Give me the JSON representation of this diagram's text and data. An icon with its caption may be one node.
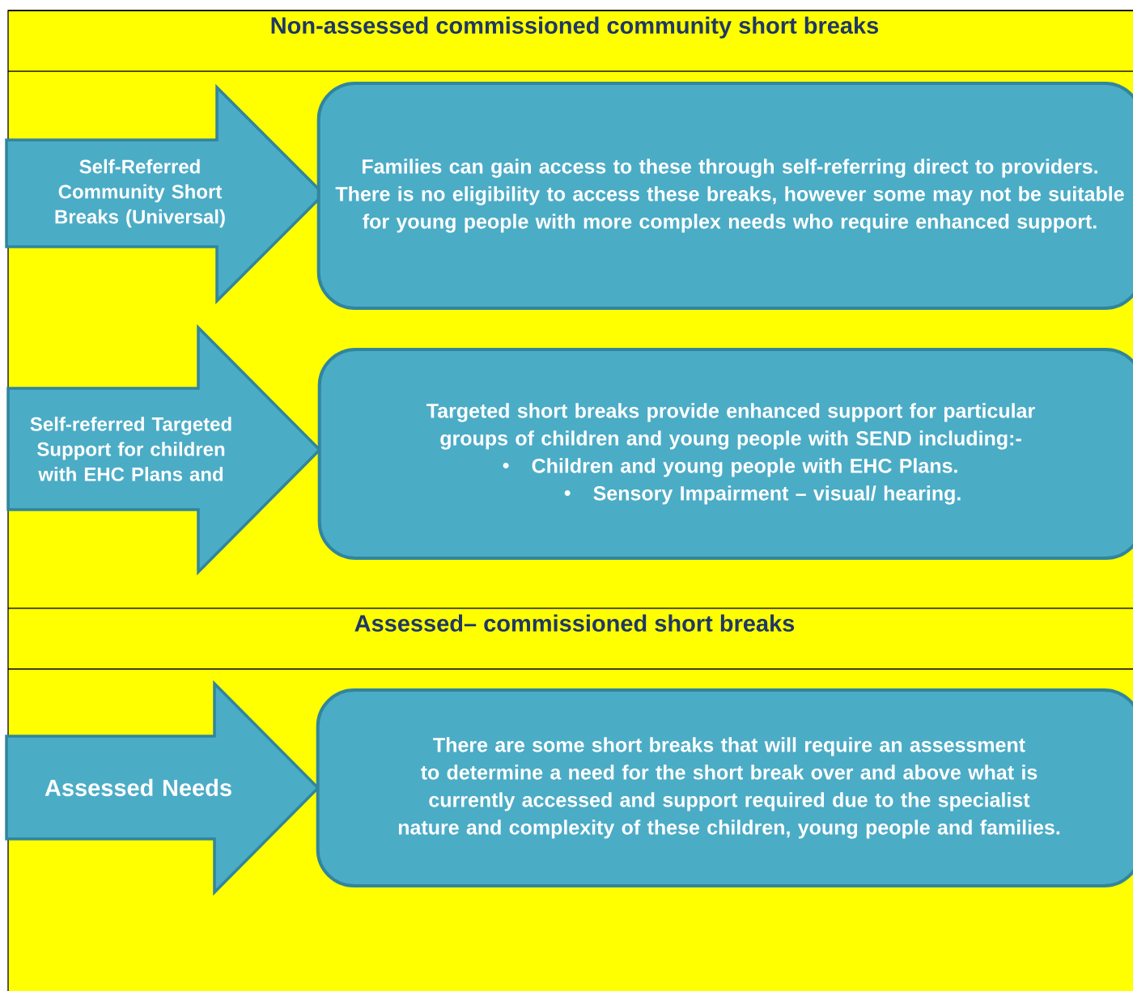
{
  "diagram": {
    "nodes": [
      {
        "text": [
          "Non-assessed commissioned community short breaks"
        ]
      },
      {
        "text": [
          "Self-Referred Community Short Breaks (Universal)"
        ]
      },
      {
        "text": [
          "Families can gain access to these through self-referring direct to providers.  There is no eligibility to access these breaks, however some may not be suitable for young people with more complex needs who require enhanced support."
        ]
      },
      {
        "text": [
          "Self-referred Targeted Support for children with EHC Plans and"
        ]
      },
      {
        "text": [
          "Targeted short breaks provide enhanced support for particular groups of children and young people with SEND including:-",
          "Children and young people with EHC Plans.",
          "Sensory Impairment – visual/ hearing."
        ]
      },
      {
        "text": [
          "Assessed– commissioned short breaks"
        ]
      },
      {
        "text": [
          "Assessed Needs"
        ]
      },
      {
        "text": [
          "There are some short breaks that will require an assessment to determine a need for the short break over and above what is currently accessed and support required due to the specialist nature and complexity of these children, young people and families."
        ]
      }
    ],
    "edges": []
  }
}
